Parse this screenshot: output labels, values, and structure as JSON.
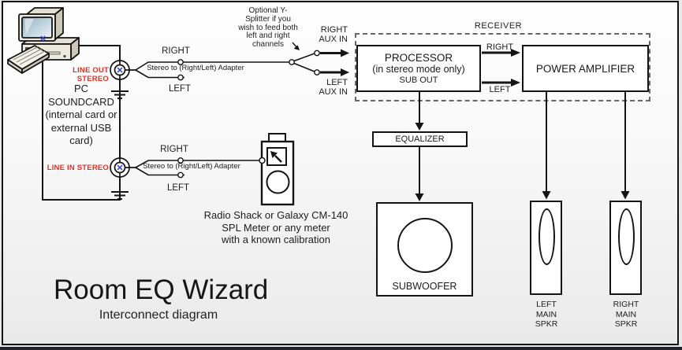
{
  "colors": {
    "red": "#e03024",
    "blue": "#2b3fd0",
    "ink": "#141414",
    "dash": "#666666"
  },
  "soundcard": {
    "line_out": "LINE OUT STEREO",
    "line_in": "LINE IN STEREO",
    "label": "PC\nSOUNDCARD\n(internal card or\nexternal USB\ncard)"
  },
  "adapter_out": {
    "right": "RIGHT",
    "left": "LEFT",
    "label": "Stereo to (Right/Left) Adapter"
  },
  "adapter_in": {
    "right": "RIGHT",
    "left": "LEFT",
    "label": "Stereo to (Right/Left) Adapter"
  },
  "splitter_note": "Optional Y-\nSplitter if you\nwish to feed both\nleft and right\nchannels",
  "aux": {
    "right": "RIGHT\nAUX IN",
    "left": "LEFT\nAUX IN"
  },
  "receiver": {
    "label": "RECEIVER",
    "processor_line1": "PROCESSOR",
    "processor_line2": "(in stereo mode only)",
    "processor_line3": "SUB OUT",
    "amplifier": "POWER AMPLIFIER",
    "right": "RIGHT",
    "left": "LEFT"
  },
  "equalizer": {
    "label": "EQUALIZER"
  },
  "subwoofer": {
    "label": "SUBWOOFER"
  },
  "speakers": {
    "left": "LEFT\nMAIN\nSPKR",
    "right": "RIGHT\nMAIN\nSPKR"
  },
  "meter_note": "Radio Shack or Galaxy CM-140\nSPL Meter or any meter\nwith a known calibration",
  "title": {
    "main": "Room EQ Wizard",
    "subtitle": "Interconnect diagram"
  }
}
